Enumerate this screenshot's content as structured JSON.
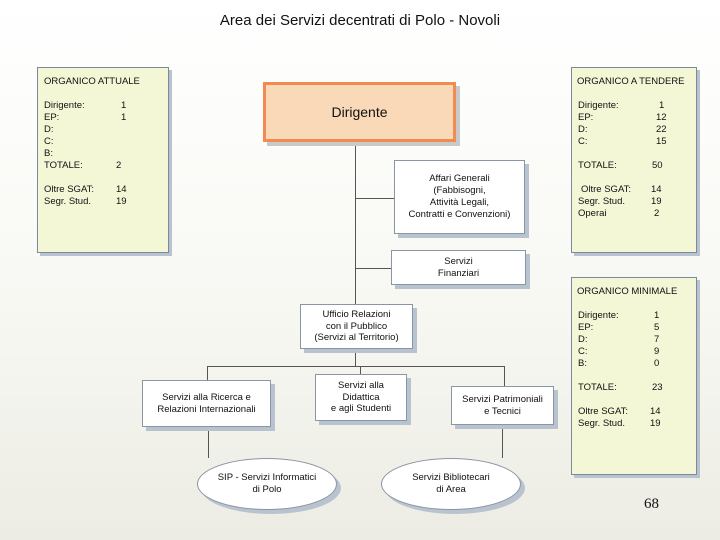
{
  "title": "Area dei Servizi decentrati di Polo - Novoli",
  "organico_attuale": {
    "title": "ORGANICO ATTUALE",
    "rows": [
      {
        "label": "Dirigente:",
        "value": "1"
      },
      {
        "label": "EP:",
        "value": "1"
      },
      {
        "label": "D:",
        "value": ""
      },
      {
        "label": "C:",
        "value": ""
      },
      {
        "label": "B:",
        "value": ""
      },
      {
        "label": "TOTALE:",
        "value": "2"
      },
      {
        "label": "Oltre SGAT:",
        "value": "14"
      },
      {
        "label": "Segr. Stud.",
        "value": "19"
      }
    ]
  },
  "organico_a_tendere": {
    "title": "ORGANICO A TENDERE",
    "rows": [
      {
        "label": "Dirigente:",
        "value": "1"
      },
      {
        "label": "EP:",
        "value": "12"
      },
      {
        "label": "D:",
        "value": "22"
      },
      {
        "label": "C:",
        "value": "15"
      },
      {
        "label": "TOTALE:",
        "value": "50"
      },
      {
        "label": "Oltre SGAT:",
        "value": "14"
      },
      {
        "label": "Segr. Stud.",
        "value": "19"
      },
      {
        "label": "Operai",
        "value": "2"
      }
    ]
  },
  "organico_minimale": {
    "title": "ORGANICO MINIMALE",
    "rows": [
      {
        "label": "Dirigente:",
        "value": "1"
      },
      {
        "label": "EP:",
        "value": "5"
      },
      {
        "label": "D:",
        "value": "7"
      },
      {
        "label": "C:",
        "value": "9"
      },
      {
        "label": "B:",
        "value": "0"
      },
      {
        "label": "TOTALE:",
        "value": "23"
      },
      {
        "label": "Oltre SGAT:",
        "value": "14"
      },
      {
        "label": "Segr. Stud.",
        "value": "19"
      }
    ]
  },
  "nodes": {
    "dirigente": "Dirigente",
    "affari_generali": "Affari Generali\n(Fabbisogni,\nAttività Legali,\nContratti e Convenzioni)",
    "servizi_finanziari": "Servizi\nFinanziari",
    "ufficio_relazioni": "Ufficio Relazioni\ncon il Pubblico\n(Servizi al Territorio)",
    "ricerca": "Servizi alla Ricerca e\nRelazioni Internazionali",
    "didattica": "Servizi alla\nDidattica\ne agli Studenti",
    "patrimoniali": "Servizi Patrimoniali\ne Tecnici",
    "sip": "SIP - Servizi Informatici\ndi Polo",
    "biblioteche": "Servizi Bibliotecari\ndi Area"
  },
  "page_number": "68"
}
